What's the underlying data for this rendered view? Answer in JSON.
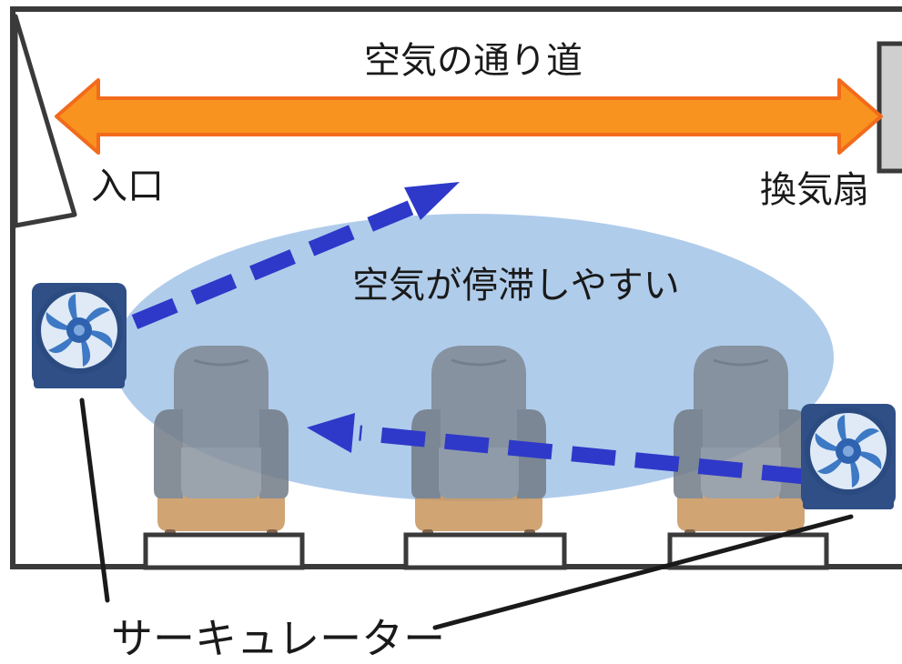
{
  "labels": {
    "air_path": "空気の通り道",
    "entrance": "入口",
    "exhaust_fan": "換気扇",
    "stagnant_air": "空気が停滞しやすい",
    "circulator": "サーキュレーター"
  },
  "colors": {
    "wall": "#3a3a3a",
    "air_path_arrow": "#f7931e",
    "air_path_arrow_edge": "#f26a1b",
    "stagnant_zone": "#6fa3db",
    "flow_arrow": "#2e39c9",
    "fan_body": "#2f4f86",
    "fan_blade": "#3d79c4",
    "chair_gray": "#7f8893",
    "chair_seat": "#c9955c",
    "exhaust_grey": "#cfcfcf"
  }
}
